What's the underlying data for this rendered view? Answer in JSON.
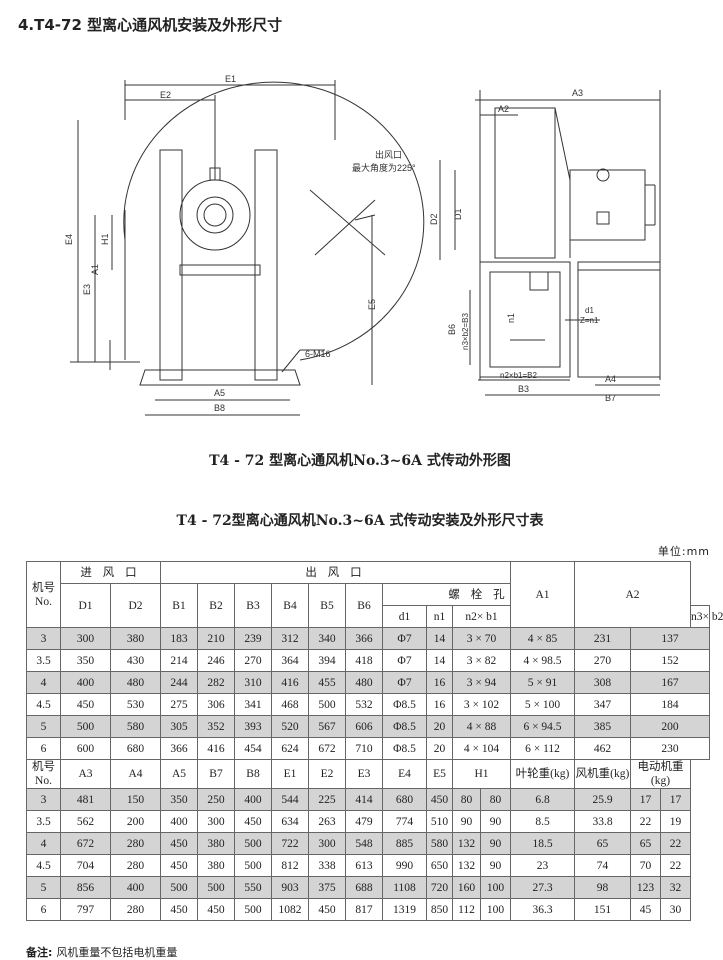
{
  "title": "4.T4-72 型离心通风机安装及外形尺寸",
  "figure_caption": "T4 - 72 型离心通风机No.3~6A 式传动外形图",
  "table_title": "T4 - 72型离心通风机No.3~6A 式传动安装及外形尺寸表",
  "unit": "单位:mm",
  "drawing_labels": {
    "E1": "E1",
    "E2": "E2",
    "E3": "E3",
    "E4": "E4",
    "E5": "E5",
    "H1": "H1",
    "A1": "A1",
    "A5": "A5",
    "B8": "B8",
    "outlet_line1": "出风口",
    "outlet_line2": "最大角度为225°",
    "bolt": "6-M16",
    "A2": "A2",
    "A3": "A3",
    "D1": "D1",
    "D2": "D2",
    "B6": "B6",
    "n3b2": "n3×b2=B3",
    "n1": "n1",
    "d1": "d1",
    "zn1": "Z=n1",
    "n2b1": "n2×b1=B2",
    "B3": "B3",
    "A4": "A4",
    "B7": "B7"
  },
  "table": {
    "header1": {
      "model": "机号No.",
      "inlet": "进 风 口",
      "outlet": "出 风 口",
      "bolt": "螺 栓 孔",
      "A1": "A1",
      "A2": "A2"
    },
    "header2": [
      "D1",
      "D2",
      "B1",
      "B2",
      "B3",
      "B4",
      "B5",
      "B6",
      "d1",
      "n1",
      "n2× b1",
      "n3× b2"
    ],
    "rows1": [
      [
        "3",
        "300",
        "380",
        "183",
        "210",
        "239",
        "312",
        "340",
        "366",
        "Φ7",
        "14",
        "3 × 70",
        "4 × 85",
        "231",
        "137"
      ],
      [
        "3.5",
        "350",
        "430",
        "214",
        "246",
        "270",
        "364",
        "394",
        "418",
        "Φ7",
        "14",
        "3 × 82",
        "4 × 98.5",
        "270",
        "152"
      ],
      [
        "4",
        "400",
        "480",
        "244",
        "282",
        "310",
        "416",
        "455",
        "480",
        "Φ7",
        "16",
        "3 × 94",
        "5 × 91",
        "308",
        "167"
      ],
      [
        "4.5",
        "450",
        "530",
        "275",
        "306",
        "341",
        "468",
        "500",
        "532",
        "Φ8.5",
        "16",
        "3 × 102",
        "5 × 100",
        "347",
        "184"
      ],
      [
        "5",
        "500",
        "580",
        "305",
        "352",
        "393",
        "520",
        "567",
        "606",
        "Φ8.5",
        "20",
        "4 × 88",
        "6 × 94.5",
        "385",
        "200"
      ],
      [
        "6",
        "600",
        "680",
        "366",
        "416",
        "454",
        "624",
        "672",
        "710",
        "Φ8.5",
        "20",
        "4 × 104",
        "6 × 112",
        "462",
        "230"
      ]
    ],
    "header3": {
      "model": "机号No.",
      "cols": [
        "A3",
        "A4",
        "A5",
        "B7",
        "B8",
        "E1",
        "E2",
        "E3",
        "E4",
        "E5",
        "H1"
      ],
      "impeller": "叶轮重(kg)",
      "fan": "风机重(kg)",
      "motor": "电动机重(kg)"
    },
    "rows2": [
      [
        "3",
        "481",
        "150",
        "350",
        "250",
        "400",
        "544",
        "225",
        "414",
        "680",
        "450",
        "80",
        "80",
        "6.8",
        "25.9",
        "17",
        "17"
      ],
      [
        "3.5",
        "562",
        "200",
        "400",
        "300",
        "450",
        "634",
        "263",
        "479",
        "774",
        "510",
        "90",
        "90",
        "8.5",
        "33.8",
        "22",
        "19"
      ],
      [
        "4",
        "672",
        "280",
        "450",
        "380",
        "500",
        "722",
        "300",
        "548",
        "885",
        "580",
        "132",
        "90",
        "18.5",
        "65",
        "65",
        "22"
      ],
      [
        "4.5",
        "704",
        "280",
        "450",
        "380",
        "500",
        "812",
        "338",
        "613",
        "990",
        "650",
        "132",
        "90",
        "23",
        "74",
        "70",
        "22"
      ],
      [
        "5",
        "856",
        "400",
        "500",
        "500",
        "550",
        "903",
        "375",
        "688",
        "1108",
        "720",
        "160",
        "100",
        "27.3",
        "98",
        "123",
        "32"
      ],
      [
        "6",
        "797",
        "280",
        "450",
        "450",
        "500",
        "1082",
        "450",
        "817",
        "1319",
        "850",
        "112",
        "100",
        "36.3",
        "151",
        "45",
        "30"
      ]
    ]
  },
  "note": {
    "label": "备注:",
    "text": "风机重量不包括电机重量"
  }
}
